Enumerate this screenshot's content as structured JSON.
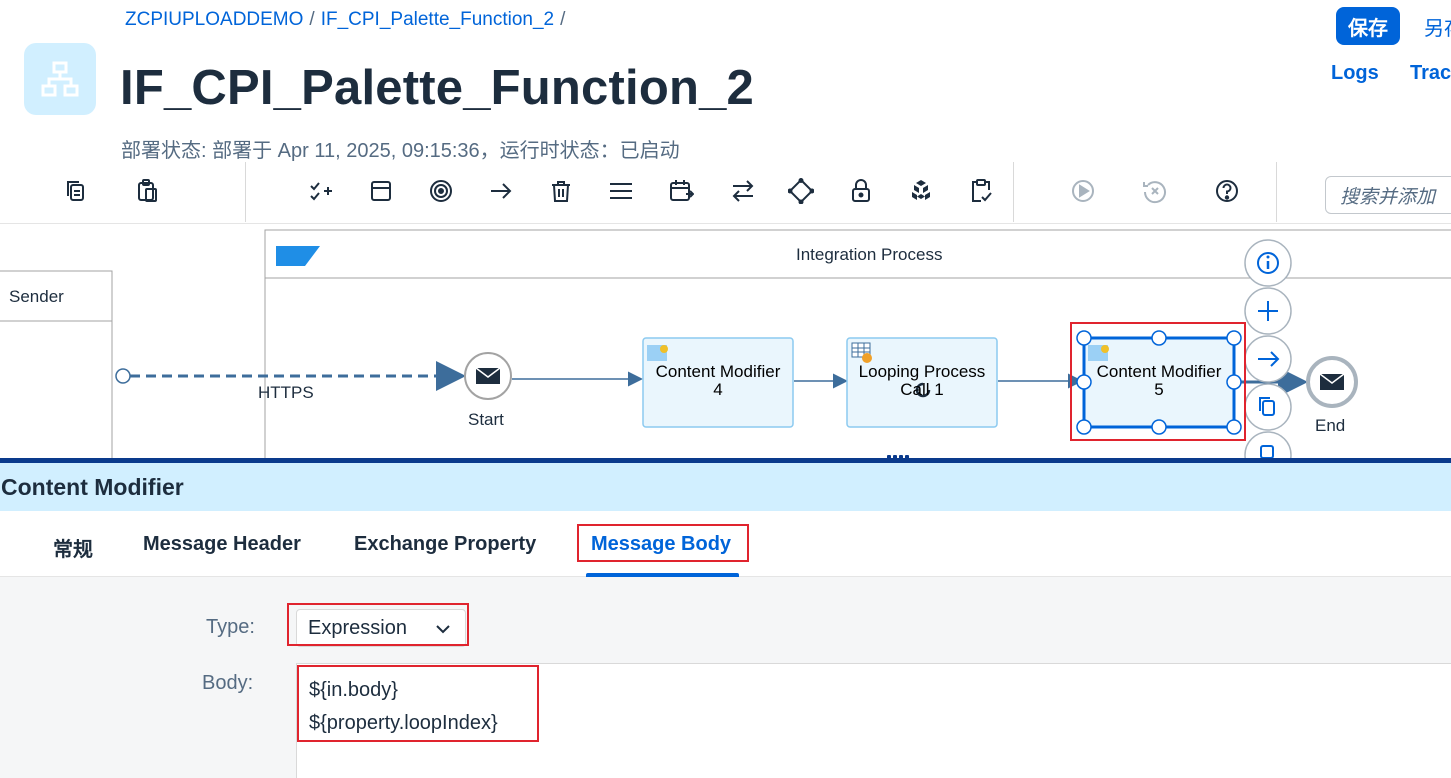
{
  "breadcrumb": {
    "items": [
      "ZCPIUPLOADDEMO",
      "IF_CPI_Palette_Function_2"
    ],
    "separator": "/"
  },
  "header": {
    "title": "IF_CPI_Palette_Function_2",
    "status": "部署状态: 部署于 Apr 11, 2025, 09:15:36，运行时状态：已启动",
    "save_label": "保存",
    "saveas_label": "另存",
    "logs_label": "Logs",
    "trace_label": "Trace"
  },
  "toolbar": {
    "search_placeholder": "搜索并添加",
    "icons": [
      "copy-icon",
      "paste-icon",
      "add-checklist-icon",
      "window-icon",
      "target-icon",
      "arrow-right-icon",
      "delete-icon",
      "menu-icon",
      "calendar-icon",
      "swap-icon",
      "diamond-icon",
      "lock-icon",
      "cube-icon",
      "clipboard-check-icon",
      "play-icon",
      "undo-icon",
      "help-icon"
    ]
  },
  "canvas": {
    "sender_label": "Sender",
    "https_label": "HTTPS",
    "process_title": "Integration Process",
    "sap_logo": "SAP",
    "start_label": "Start",
    "end_label": "End",
    "steps": [
      {
        "line1": "Content Modifier",
        "line2": "4"
      },
      {
        "line1": "Looping Process",
        "line2": "Call 1"
      },
      {
        "line1": "Content Modifier",
        "line2": "5"
      }
    ]
  },
  "panel": {
    "title": "Content Modifier",
    "tabs": [
      "常规",
      "Message Header",
      "Exchange Property",
      "Message Body"
    ],
    "active_tab": "Message Body",
    "type_label": "Type:",
    "type_value": "Expression",
    "body_label": "Body:",
    "body_lines": [
      "${in.body}",
      "${property.loopIndex}"
    ]
  },
  "colors": {
    "accent": "#0064d9",
    "highlight": "#e0242e",
    "panel_header": "#d1efff",
    "split_bar": "#0a3a8c"
  }
}
